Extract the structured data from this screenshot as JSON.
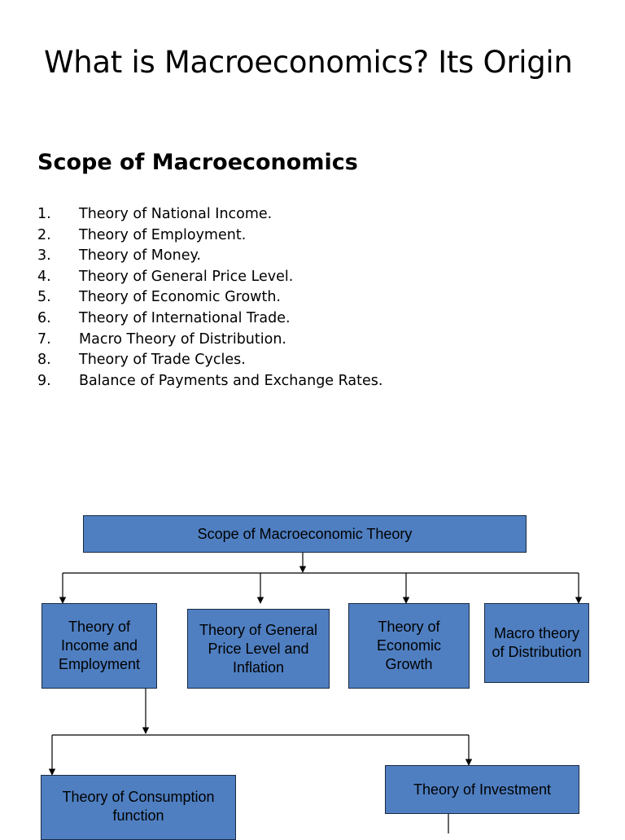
{
  "title": "What is Macroeconomics? Its Origin",
  "section_heading": "Scope of Macroeconomics",
  "list": [
    {
      "num": "1.",
      "text": "Theory of National Income."
    },
    {
      "num": "2.",
      "text": "Theory of Employment."
    },
    {
      "num": "3.",
      "text": "Theory of Money."
    },
    {
      "num": "4.",
      "text": "Theory of General Price Level."
    },
    {
      "num": "5.",
      "text": "Theory of Economic Growth."
    },
    {
      "num": "6.",
      "text": "Theory of International Trade."
    },
    {
      "num": "7.",
      "text": "Macro Theory of Distribution."
    },
    {
      "num": "8.",
      "text": "Theory of Trade Cycles."
    },
    {
      "num": "9.",
      "text": "Balance of Payments and Exchange Rates."
    }
  ],
  "diagram": {
    "root": "Scope of Macroeconomic Theory",
    "branches": [
      "Theory of Income and Employment",
      "Theory of General Price Level and Inflation",
      "Theory of Economic Growth",
      "Macro theory of Distribution"
    ],
    "sub_branches": [
      "Theory of Consumption function",
      "Theory of Investment"
    ],
    "box_color": "#4f7fc1",
    "border_color": "#1a2a44"
  }
}
